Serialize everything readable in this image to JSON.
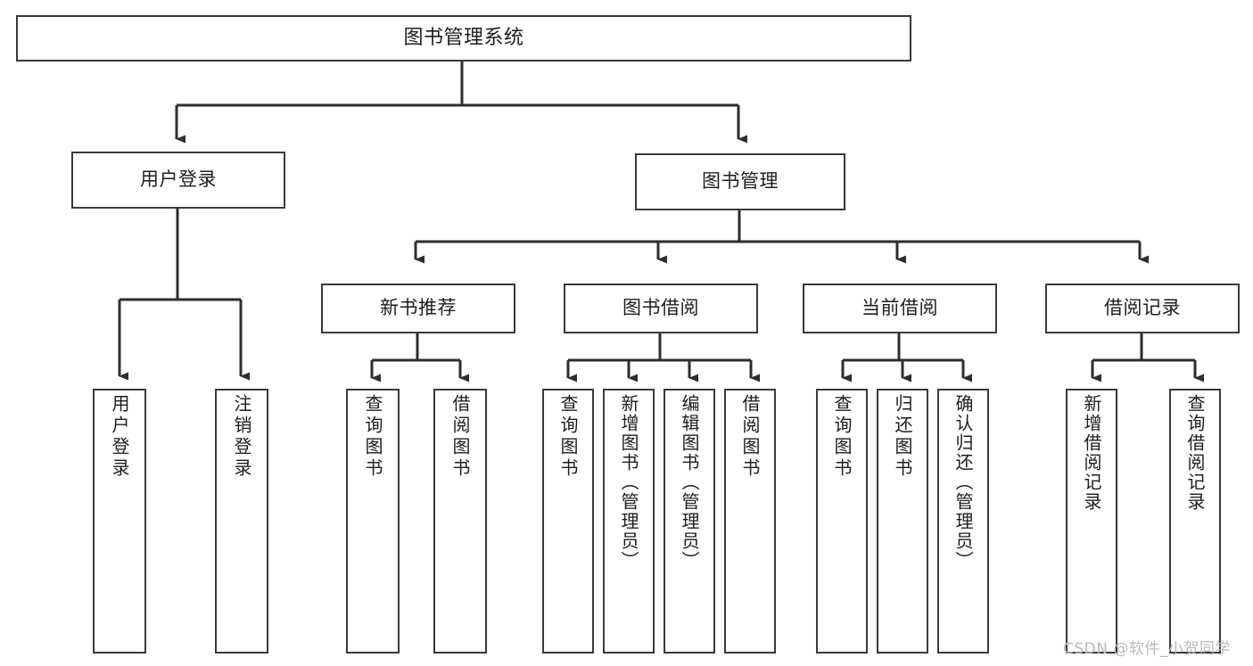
{
  "diagram": {
    "title": "图书管理系统",
    "type": "tree-hierarchy-diagram",
    "root": {
      "label": "图书管理系统"
    },
    "level2": [
      {
        "label": "用户登录"
      },
      {
        "label": "图书管理"
      }
    ],
    "level3": [
      {
        "label": "新书推荐"
      },
      {
        "label": "图书借阅"
      },
      {
        "label": "当前借阅"
      },
      {
        "label": "借阅记录"
      }
    ],
    "leaves": {
      "user_login": [
        {
          "label": "用户登录"
        },
        {
          "label": "注销登录"
        }
      ],
      "new_book": [
        {
          "label": "查询图书"
        },
        {
          "label": "借阅图书"
        }
      ],
      "book_borrow": [
        {
          "label": "查询图书"
        },
        {
          "label": "新增图书（管理员）"
        },
        {
          "label": "编辑图书（管理员）"
        },
        {
          "label": "借阅图书"
        }
      ],
      "current_borrow": [
        {
          "label": "查询图书"
        },
        {
          "label": "归还图书"
        },
        {
          "label": "确认归还（管理员）"
        }
      ],
      "borrow_record": [
        {
          "label": "新增借阅记录"
        },
        {
          "label": "查询借阅记录"
        }
      ]
    }
  },
  "watermark": {
    "text": "CSDN @软件_小贺同学"
  },
  "colors": {
    "stroke": "#3a3a3a",
    "text": "#1d1d1d",
    "background": "#ffffff",
    "watermark": "#b8b8b8"
  }
}
